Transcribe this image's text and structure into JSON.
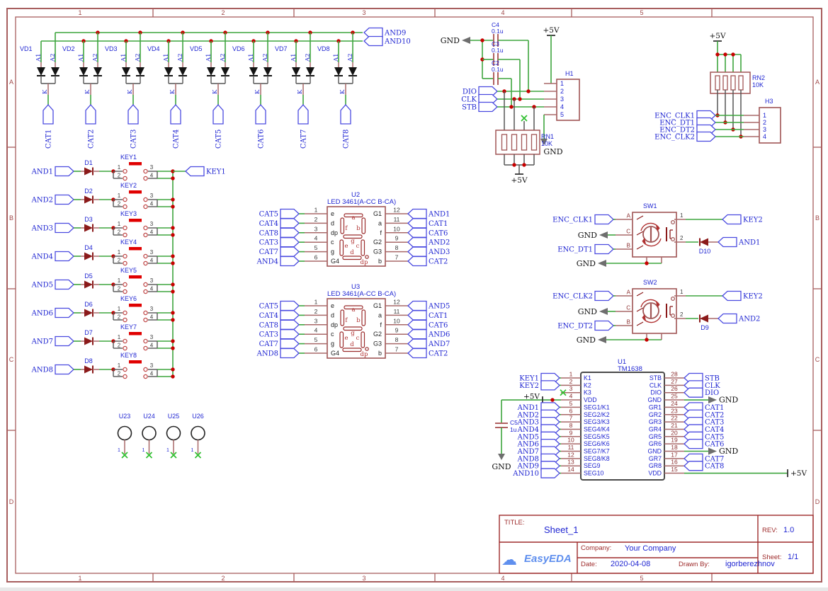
{
  "common": {
    "vcc": "+5V",
    "gnd": "GND"
  },
  "frame": {
    "cols": [
      "1",
      "2",
      "3",
      "4",
      "5"
    ],
    "rows": [
      "A",
      "B",
      "C",
      "D"
    ]
  },
  "title_block": {
    "title_label": "TITLE:",
    "title": "Sheet_1",
    "rev_label": "REV:",
    "rev": "1.0",
    "company_label": "Company:",
    "company": "Your Company",
    "sheet_label": "Sheet:",
    "sheet": "1/1",
    "date_label": "Date:",
    "date": "2020-04-08",
    "drawn_label": "Drawn By:",
    "drawn_by": "igorberezhnov",
    "logo_text": "EasyEDA",
    "logo_icon": "cloud"
  },
  "colors": {
    "frame": "#A85E5E",
    "frame_text": "#A04848",
    "wire": "#3EA53E",
    "junction": "#C80000",
    "flag": "#4A4AE0",
    "net_text": "#2026D2",
    "ref_text": "#2026D2",
    "pin_name": "#2026D2",
    "body": "#A05555",
    "pin": "#A86868",
    "pin_number": "#8B2F2F",
    "num_dark": "#3A3A3A",
    "dark_red": "#8B1A1A",
    "seg": "#9B2C2C",
    "key_red": "#E00000",
    "key_ring": "#C04848",
    "black": "#141414",
    "gray": "#6E6E6E",
    "nc": "#2FBF2F",
    "cap": "#B06060"
  },
  "diode_array": {
    "refs": [
      "VD1",
      "VD2",
      "VD3",
      "VD4",
      "VD5",
      "VD6",
      "VD7",
      "VD8"
    ],
    "top_pins": [
      "A1",
      "A2"
    ],
    "bottom_pin": "K",
    "cathode_flags": [
      "CAT1",
      "CAT2",
      "CAT3",
      "CAT4",
      "CAT5",
      "CAT6",
      "CAT7",
      "CAT8"
    ],
    "bus_flags": [
      "AND9",
      "AND10"
    ]
  },
  "key_matrix": {
    "pin_numbers": [
      "1",
      "2",
      "3",
      "4"
    ],
    "out_flag": "KEY1",
    "rows": [
      {
        "in": "AND1",
        "diode": "D1",
        "key": "KEY1"
      },
      {
        "in": "AND2",
        "diode": "D2",
        "key": "KEY2"
      },
      {
        "in": "AND3",
        "diode": "D3",
        "key": "KEY3"
      },
      {
        "in": "AND4",
        "diode": "D4",
        "key": "KEY4"
      },
      {
        "in": "AND5",
        "diode": "D5",
        "key": "KEY5"
      },
      {
        "in": "AND6",
        "diode": "D6",
        "key": "KEY6"
      },
      {
        "in": "AND7",
        "diode": "D7",
        "key": "KEY7"
      },
      {
        "in": "AND8",
        "diode": "D8",
        "key": "KEY8"
      }
    ]
  },
  "seg_labels": [
    "a",
    "b",
    "c",
    "d",
    "e",
    "f",
    "g",
    "dp"
  ],
  "displays": [
    {
      "ref": "U2",
      "part": "LED 3461(A-CC B-CA)",
      "left": [
        [
          "1",
          "e",
          "CAT5"
        ],
        [
          "2",
          "d",
          "CAT4"
        ],
        [
          "3",
          "dp",
          "CAT8"
        ],
        [
          "4",
          "c",
          "CAT3"
        ],
        [
          "5",
          "g",
          "CAT7"
        ],
        [
          "6",
          "G4",
          "AND4"
        ]
      ],
      "right": [
        [
          "12",
          "G1",
          "AND1"
        ],
        [
          "11",
          "a",
          "CAT1"
        ],
        [
          "10",
          "f",
          "CAT6"
        ],
        [
          "9",
          "G2",
          "AND2"
        ],
        [
          "8",
          "G3",
          "AND3"
        ],
        [
          "7",
          "b",
          "CAT2"
        ]
      ]
    },
    {
      "ref": "U3",
      "part": "LED 3461(A-CC B-CA)",
      "left": [
        [
          "1",
          "e",
          "CAT5"
        ],
        [
          "2",
          "d",
          "CAT4"
        ],
        [
          "3",
          "dp",
          "CAT8"
        ],
        [
          "4",
          "c",
          "CAT3"
        ],
        [
          "5",
          "g",
          "CAT7"
        ],
        [
          "6",
          "G4",
          "AND8"
        ]
      ],
      "right": [
        [
          "12",
          "G1",
          "AND5"
        ],
        [
          "11",
          "a",
          "CAT1"
        ],
        [
          "10",
          "f",
          "CAT6"
        ],
        [
          "9",
          "G2",
          "AND6"
        ],
        [
          "8",
          "G3",
          "AND7"
        ],
        [
          "7",
          "b",
          "CAT2"
        ]
      ]
    }
  ],
  "power_block": {
    "caps": [
      {
        "ref": "C4",
        "value": "0.1u"
      },
      {
        "ref": "C3",
        "value": "0.1u"
      },
      {
        "ref": "C2",
        "value": "0.1u"
      }
    ],
    "signals": [
      "DIO",
      "CLK",
      "STB"
    ],
    "header": {
      "ref": "H1",
      "pins": [
        "1",
        "2",
        "3",
        "4",
        "5"
      ]
    },
    "rnet": {
      "ref": "RN1",
      "value": "10K"
    }
  },
  "enc_pullup": {
    "rnet": {
      "ref": "RN2",
      "value": "10K"
    },
    "header": {
      "ref": "H3",
      "pins": [
        "1",
        "2",
        "3",
        "4"
      ]
    },
    "nets": [
      "ENC_CLK1",
      "ENC_DT1",
      "ENC_DT2",
      "ENC_CLK2"
    ]
  },
  "encoders": [
    {
      "ref": "SW1",
      "left": [
        [
          "A",
          "ENC_CLK1"
        ],
        [
          "C",
          "GND"
        ],
        [
          "B",
          "ENC_DT1"
        ]
      ],
      "bottom": "GND",
      "right_pins": [
        "1",
        "2"
      ],
      "key_flag": "KEY2",
      "diode": "D10",
      "and_flag": "AND1"
    },
    {
      "ref": "SW2",
      "left": [
        [
          "A",
          "ENC_CLK2"
        ],
        [
          "C",
          "GND"
        ],
        [
          "B",
          "ENC_DT2"
        ]
      ],
      "bottom": "GND",
      "right_pins": [
        "1",
        "2"
      ],
      "key_flag": "KEY2",
      "diode": "D9",
      "and_flag": "AND2"
    }
  ],
  "mcu": {
    "ref": "U1",
    "part": "TM1638",
    "cap": {
      "ref": "C5",
      "value": "1u"
    },
    "left": [
      [
        "1",
        "K1",
        "flag",
        "KEY1"
      ],
      [
        "2",
        "K2",
        "flag",
        "KEY2"
      ],
      [
        "3",
        "K3",
        "nc",
        ""
      ],
      [
        "4",
        "VDD",
        "vcc",
        "+5V"
      ],
      [
        "5",
        "SEG1/K1",
        "flag",
        "AND1"
      ],
      [
        "6",
        "SEG2/K2",
        "flag",
        "AND2"
      ],
      [
        "7",
        "SEG3/K3",
        "flag",
        "AND3"
      ],
      [
        "8",
        "SEG4/K4",
        "flag",
        "AND4"
      ],
      [
        "9",
        "SEG5/K5",
        "flag",
        "AND5"
      ],
      [
        "10",
        "SEG6/K6",
        "flag",
        "AND6"
      ],
      [
        "11",
        "SEG7/K7",
        "flag",
        "AND7"
      ],
      [
        "12",
        "SEG8/K8",
        "flag",
        "AND8"
      ],
      [
        "13",
        "SEG9",
        "flag",
        "AND9"
      ],
      [
        "14",
        "SEG10",
        "flag",
        "AND10"
      ]
    ],
    "right": [
      [
        "28",
        "STB",
        "flag",
        "STB"
      ],
      [
        "27",
        "CLK",
        "flag",
        "CLK"
      ],
      [
        "26",
        "DIO",
        "flag",
        "DIO"
      ],
      [
        "25",
        "GND",
        "gnd",
        "GND"
      ],
      [
        "24",
        "GR1",
        "flag",
        "CAT1"
      ],
      [
        "23",
        "GR2",
        "flag",
        "CAT2"
      ],
      [
        "22",
        "GR3",
        "flag",
        "CAT3"
      ],
      [
        "21",
        "GR4",
        "flag",
        "CAT4"
      ],
      [
        "20",
        "GR5",
        "flag",
        "CAT5"
      ],
      [
        "19",
        "GR6",
        "flag",
        "CAT6"
      ],
      [
        "18",
        "GND",
        "gnd",
        "GND"
      ],
      [
        "17",
        "GR7",
        "flag",
        "CAT7"
      ],
      [
        "16",
        "GR8",
        "flag",
        "CAT8"
      ],
      [
        "15",
        "VDD",
        "vcc",
        "+5V"
      ]
    ]
  },
  "mount_holes": {
    "refs": [
      "U23",
      "U24",
      "U25",
      "U26"
    ],
    "pin": "1"
  }
}
